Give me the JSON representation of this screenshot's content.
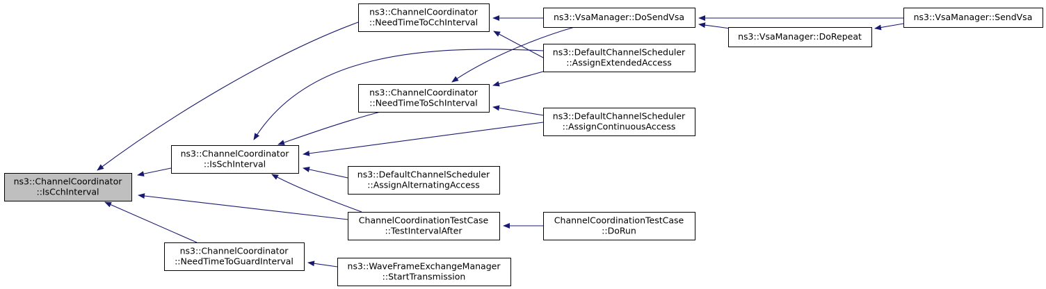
{
  "colors": {
    "edge": "#191970",
    "node_fill": "#ffffff",
    "node_highlight_fill": "#bfbfbf",
    "node_border": "#000000"
  },
  "nodes": [
    {
      "id": "is-cch-interval",
      "lines": [
        "ns3::ChannelCoordinator",
        "::IsCchInterval"
      ],
      "highlight": true
    },
    {
      "id": "is-sch-interval",
      "lines": [
        "ns3::ChannelCoordinator",
        "::IsSchInterval"
      ]
    },
    {
      "id": "need-time-to-guard-interval",
      "lines": [
        "ns3::ChannelCoordinator",
        "::NeedTimeToGuardInterval"
      ]
    },
    {
      "id": "need-time-to-cch-interval",
      "lines": [
        "ns3::ChannelCoordinator",
        "::NeedTimeToCchInterval"
      ]
    },
    {
      "id": "need-time-to-sch-interval",
      "lines": [
        "ns3::ChannelCoordinator",
        "::NeedTimeToSchInterval"
      ]
    },
    {
      "id": "assign-alternating-access",
      "lines": [
        "ns3::DefaultChannelScheduler",
        "::AssignAlternatingAccess"
      ]
    },
    {
      "id": "test-interval-after",
      "lines": [
        "ChannelCoordinationTestCase",
        "::TestIntervalAfter"
      ]
    },
    {
      "id": "start-transmission",
      "lines": [
        "ns3::WaveFrameExchangeManager",
        "::StartTransmission"
      ]
    },
    {
      "id": "do-send-vsa",
      "lines": [
        "ns3::VsaManager::DoSendVsa"
      ]
    },
    {
      "id": "assign-extended-access",
      "lines": [
        "ns3::DefaultChannelScheduler",
        "::AssignExtendedAccess"
      ]
    },
    {
      "id": "assign-continuous-access",
      "lines": [
        "ns3::DefaultChannelScheduler",
        "::AssignContinuousAccess"
      ]
    },
    {
      "id": "do-run",
      "lines": [
        "ChannelCoordinationTestCase",
        "::DoRun"
      ]
    },
    {
      "id": "do-repeat",
      "lines": [
        "ns3::VsaManager::DoRepeat"
      ]
    },
    {
      "id": "send-vsa",
      "lines": [
        "ns3::VsaManager::SendVsa"
      ]
    }
  ],
  "edges": [
    {
      "from": "is-sch-interval",
      "to": "is-cch-interval"
    },
    {
      "from": "need-time-to-cch-interval",
      "to": "is-cch-interval"
    },
    {
      "from": "test-interval-after",
      "to": "is-cch-interval"
    },
    {
      "from": "need-time-to-guard-interval",
      "to": "is-cch-interval"
    },
    {
      "from": "need-time-to-sch-interval",
      "to": "is-sch-interval"
    },
    {
      "from": "assign-extended-access",
      "to": "is-sch-interval"
    },
    {
      "from": "assign-continuous-access",
      "to": "is-sch-interval"
    },
    {
      "from": "assign-alternating-access",
      "to": "is-sch-interval"
    },
    {
      "from": "test-interval-after",
      "to": "is-sch-interval"
    },
    {
      "from": "do-send-vsa",
      "to": "need-time-to-cch-interval"
    },
    {
      "from": "assign-extended-access",
      "to": "need-time-to-cch-interval"
    },
    {
      "from": "do-send-vsa",
      "to": "need-time-to-sch-interval"
    },
    {
      "from": "assign-extended-access",
      "to": "need-time-to-sch-interval"
    },
    {
      "from": "assign-continuous-access",
      "to": "need-time-to-sch-interval"
    },
    {
      "from": "do-run",
      "to": "test-interval-after"
    },
    {
      "from": "start-transmission",
      "to": "need-time-to-guard-interval"
    },
    {
      "from": "send-vsa",
      "to": "do-send-vsa"
    },
    {
      "from": "do-repeat",
      "to": "do-send-vsa"
    },
    {
      "from": "send-vsa",
      "to": "do-repeat"
    }
  ]
}
